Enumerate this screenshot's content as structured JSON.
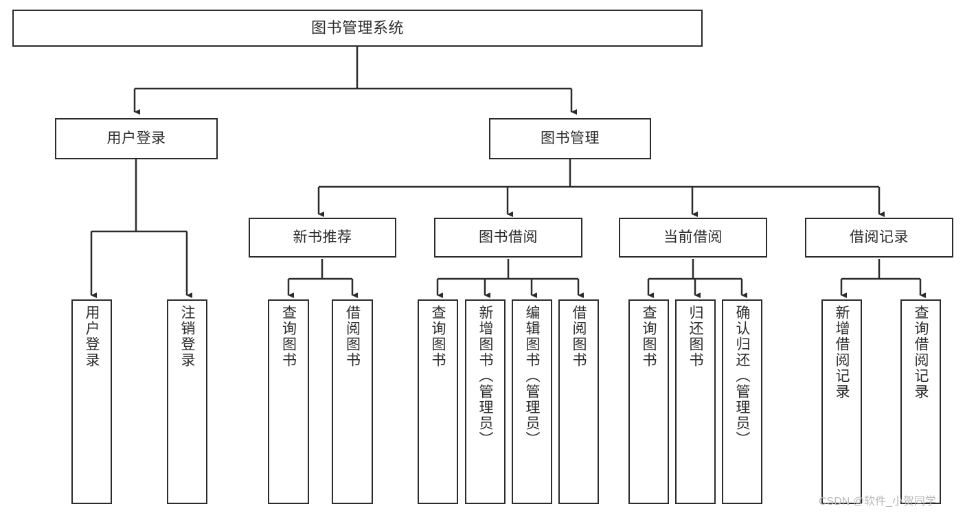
{
  "diagram": {
    "title": "图书管理系统",
    "type": "function-hierarchy-tree",
    "watermark": "CSDN @软件_小贺同学",
    "colors": {
      "box_border": "#2b2b2b",
      "box_fill": "#ffffff",
      "edge": "#2b2b2b",
      "text": "#2b2b2b",
      "watermark": "#b9b9b9",
      "background": "#ffffff"
    },
    "levels": [
      {
        "level": 1,
        "nodes": [
          {
            "id": "root",
            "label": "图书管理系统",
            "orientation": "horizontal"
          }
        ]
      },
      {
        "level": 2,
        "nodes": [
          {
            "id": "user-login",
            "label": "用户登录",
            "orientation": "horizontal"
          },
          {
            "id": "book-manage",
            "label": "图书管理",
            "orientation": "horizontal"
          }
        ]
      },
      {
        "level": 3,
        "nodes": [
          {
            "id": "new-book-rec",
            "label": "新书推荐",
            "orientation": "horizontal"
          },
          {
            "id": "book-borrow",
            "label": "图书借阅",
            "orientation": "horizontal"
          },
          {
            "id": "current-borrow",
            "label": "当前借阅",
            "orientation": "horizontal"
          },
          {
            "id": "borrow-record",
            "label": "借阅记录",
            "orientation": "horizontal"
          }
        ]
      },
      {
        "level": 4,
        "nodes": [
          {
            "id": "leaf-user-login",
            "label": "用户登录",
            "orientation": "vertical",
            "parent": "user-login"
          },
          {
            "id": "leaf-logout",
            "label": "注销登录",
            "orientation": "vertical",
            "parent": "user-login"
          },
          {
            "id": "leaf-query-book-1",
            "label": "查询图书",
            "orientation": "vertical",
            "parent": "new-book-rec"
          },
          {
            "id": "leaf-borrow-book-1",
            "label": "借阅图书",
            "orientation": "vertical",
            "parent": "new-book-rec"
          },
          {
            "id": "leaf-query-book-2",
            "label": "查询图书",
            "orientation": "vertical",
            "parent": "book-borrow"
          },
          {
            "id": "leaf-add-book",
            "label": "新增图书（管理员）",
            "orientation": "vertical",
            "parent": "book-borrow"
          },
          {
            "id": "leaf-edit-book",
            "label": "编辑图书（管理员）",
            "orientation": "vertical",
            "parent": "book-borrow"
          },
          {
            "id": "leaf-borrow-book-2",
            "label": "借阅图书",
            "orientation": "vertical",
            "parent": "book-borrow"
          },
          {
            "id": "leaf-query-book-3",
            "label": "查询图书",
            "orientation": "vertical",
            "parent": "current-borrow"
          },
          {
            "id": "leaf-return-book",
            "label": "归还图书",
            "orientation": "vertical",
            "parent": "current-borrow"
          },
          {
            "id": "leaf-confirm-return",
            "label": "确认归还（管理员）",
            "orientation": "vertical",
            "parent": "current-borrow"
          },
          {
            "id": "leaf-add-record",
            "label": "新增借阅记录",
            "orientation": "vertical",
            "parent": "borrow-record"
          },
          {
            "id": "leaf-query-record",
            "label": "查询借阅记录",
            "orientation": "vertical",
            "parent": "borrow-record"
          }
        ]
      }
    ],
    "edges": [
      {
        "from": "root",
        "to": "user-login"
      },
      {
        "from": "root",
        "to": "book-manage"
      },
      {
        "from": "book-manage",
        "to": "new-book-rec"
      },
      {
        "from": "book-manage",
        "to": "book-borrow"
      },
      {
        "from": "book-manage",
        "to": "current-borrow"
      },
      {
        "from": "book-manage",
        "to": "borrow-record"
      },
      {
        "from": "user-login",
        "to": "leaf-user-login"
      },
      {
        "from": "user-login",
        "to": "leaf-logout"
      },
      {
        "from": "new-book-rec",
        "to": "leaf-query-book-1"
      },
      {
        "from": "new-book-rec",
        "to": "leaf-borrow-book-1"
      },
      {
        "from": "book-borrow",
        "to": "leaf-query-book-2"
      },
      {
        "from": "book-borrow",
        "to": "leaf-add-book"
      },
      {
        "from": "book-borrow",
        "to": "leaf-edit-book"
      },
      {
        "from": "book-borrow",
        "to": "leaf-borrow-book-2"
      },
      {
        "from": "current-borrow",
        "to": "leaf-query-book-3"
      },
      {
        "from": "current-borrow",
        "to": "leaf-return-book"
      },
      {
        "from": "current-borrow",
        "to": "leaf-confirm-return"
      },
      {
        "from": "borrow-record",
        "to": "leaf-add-record"
      },
      {
        "from": "borrow-record",
        "to": "leaf-query-record"
      }
    ]
  }
}
